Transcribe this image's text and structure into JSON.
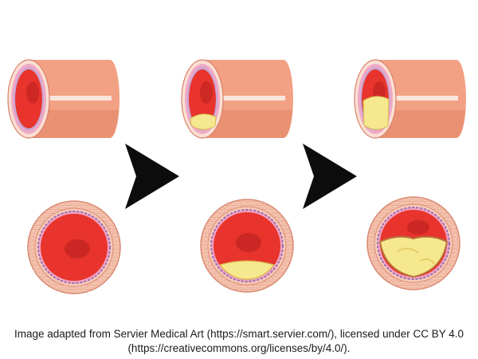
{
  "credit": {
    "line1": "Image adapted from Servier Medical Art (https://smart.servier.com/), licensed under CC BY 4.0",
    "line2": "(https://creativecommons.org/licenses/by/4.0/)."
  },
  "colors": {
    "wall_outer": "#f3a184",
    "wall_shade": "#e07e62",
    "wall_stripe": "#fbe5dc",
    "blood": "#e8342c",
    "blood_dark": "#b81f1f",
    "plaque": "#f6e88e",
    "plaque_edge": "#d6b84a",
    "arrow": "#0c0c0c"
  },
  "stages": [
    {
      "plaque_level": 0
    },
    {
      "plaque_level": 0.25
    },
    {
      "plaque_level": 0.55
    }
  ]
}
